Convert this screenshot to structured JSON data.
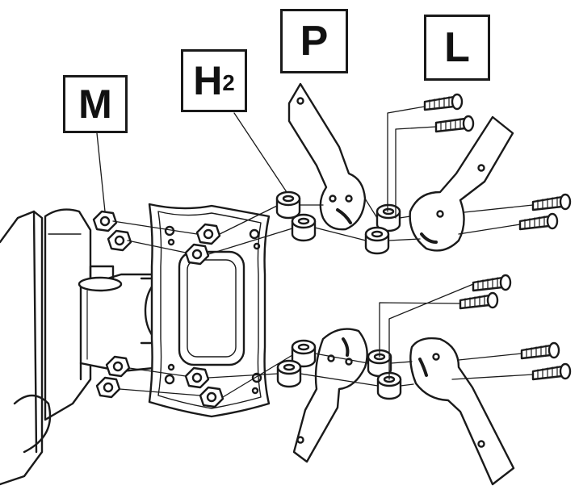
{
  "labels": {
    "m": "M",
    "h2_main": "H",
    "h2_sub": "2",
    "p": "P",
    "l": "L"
  },
  "colors": {
    "line": "#1a1a1a",
    "fill": "#ffffff",
    "shade": "#d9d9d9"
  }
}
